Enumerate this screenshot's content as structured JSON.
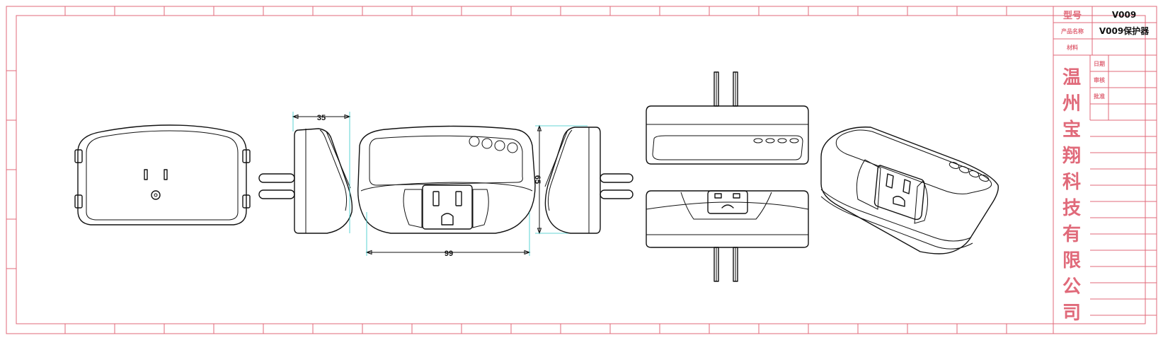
{
  "title_block": {
    "model_label": "型号",
    "model_value": "V009",
    "product_name_label": "产品名称",
    "product_name_value": "V009保护器",
    "material_label": "材料",
    "date_label": "日期",
    "review_label": "审核",
    "approve_label": "批准",
    "company_chars": [
      "温",
      "州",
      "宝",
      "翔",
      "科",
      "技",
      "有",
      "限",
      "公",
      "司"
    ]
  },
  "dimensions": {
    "depth": "35",
    "width": "99",
    "height": "65"
  },
  "colors": {
    "frame": "#e06a7a",
    "outline": "#111111",
    "extension_line": "#30c8c8"
  }
}
